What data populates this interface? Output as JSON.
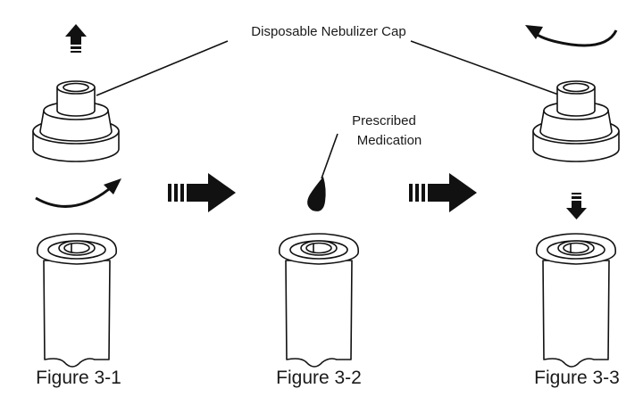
{
  "callouts": {
    "cap": "Disposable Nebulizer Cap",
    "medication_line1": "Prescribed",
    "medication_line2": "Medication"
  },
  "figures": [
    {
      "label": "Figure 3-1"
    },
    {
      "label": "Figure 3-2"
    },
    {
      "label": "Figure 3-3"
    }
  ],
  "icons": [
    "arrow-up-icon",
    "rotate-clockwise-icon",
    "step-arrow-right-icon",
    "medication-drop-icon",
    "rotate-counterclockwise-icon",
    "arrow-down-icon"
  ]
}
